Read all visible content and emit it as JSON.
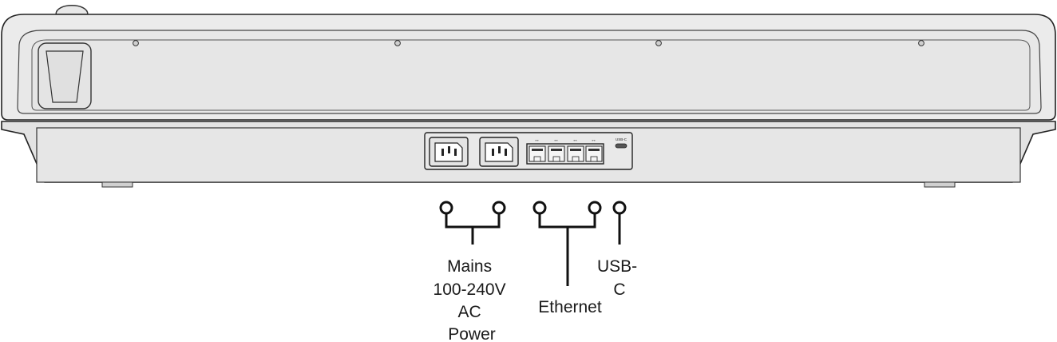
{
  "panel": {
    "usb_port_label": "USB-C"
  },
  "callouts": {
    "power": {
      "lines": [
        "Mains",
        "100-240V",
        "AC",
        "Power"
      ]
    },
    "ethernet": {
      "lines": [
        "Ethernet"
      ]
    },
    "usb": {
      "lines": [
        "USB-",
        "C"
      ]
    }
  }
}
